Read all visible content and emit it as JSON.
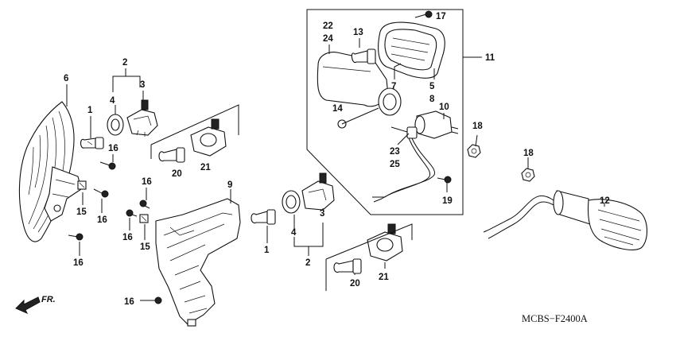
{
  "diagram_code": "MCBS−F2400A",
  "front_arrow_label": "FR.",
  "callouts": [
    {
      "id": "c6",
      "text": "6"
    },
    {
      "id": "c1a",
      "text": "1"
    },
    {
      "id": "c2a",
      "text": "2"
    },
    {
      "id": "c4a",
      "text": "4"
    },
    {
      "id": "c3a",
      "text": "3"
    },
    {
      "id": "c16a",
      "text": "16"
    },
    {
      "id": "c20a",
      "text": "20"
    },
    {
      "id": "c21a",
      "text": "21"
    },
    {
      "id": "c15a",
      "text": "15"
    },
    {
      "id": "c16b",
      "text": "16"
    },
    {
      "id": "c16c",
      "text": "16"
    },
    {
      "id": "c16d",
      "text": "16"
    },
    {
      "id": "c16e",
      "text": "16"
    },
    {
      "id": "c15b",
      "text": "15"
    },
    {
      "id": "c9",
      "text": "9"
    },
    {
      "id": "c1b",
      "text": "1"
    },
    {
      "id": "c4b",
      "text": "4"
    },
    {
      "id": "c3b",
      "text": "3"
    },
    {
      "id": "c2b",
      "text": "2"
    },
    {
      "id": "c20b",
      "text": "20"
    },
    {
      "id": "c21b",
      "text": "21"
    },
    {
      "id": "c16f",
      "text": "16"
    },
    {
      "id": "c22",
      "text": "22"
    },
    {
      "id": "c24",
      "text": "24"
    },
    {
      "id": "c13",
      "text": "13"
    },
    {
      "id": "c17",
      "text": "17"
    },
    {
      "id": "c11",
      "text": "11"
    },
    {
      "id": "c7",
      "text": "7"
    },
    {
      "id": "c5",
      "text": "5"
    },
    {
      "id": "c8",
      "text": "8"
    },
    {
      "id": "c14",
      "text": "14"
    },
    {
      "id": "c10",
      "text": "10"
    },
    {
      "id": "c18a",
      "text": "18"
    },
    {
      "id": "c23",
      "text": "23"
    },
    {
      "id": "c25",
      "text": "25"
    },
    {
      "id": "c19",
      "text": "19"
    },
    {
      "id": "c18b",
      "text": "18"
    },
    {
      "id": "c12",
      "text": "12"
    }
  ]
}
